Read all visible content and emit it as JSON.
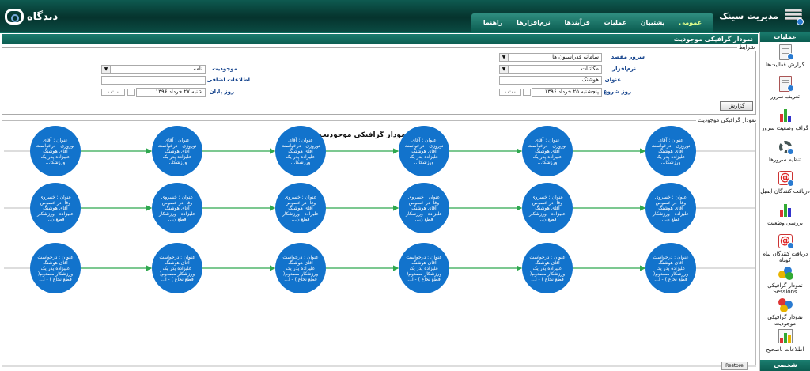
{
  "header": {
    "logo_text": "دیدگاه",
    "app_title": "مدیریت سینک",
    "menu": [
      "عمومی",
      "پشتیبان",
      "عملیات",
      "فرآیندها",
      "نرم‌افزارها",
      "راهنما"
    ]
  },
  "sidebar": {
    "title": "عملیات",
    "footer": "شخصی",
    "items": [
      {
        "label": "گزارش فعالیت‌ها",
        "icon": "report-doc-icon"
      },
      {
        "label": "تعریف سرور",
        "icon": "server-doc-icon"
      },
      {
        "label": "گراف وضعیت سرور",
        "icon": "bar-chart-icon"
      },
      {
        "label": "تنظیم سرورها",
        "icon": "gear-icon"
      },
      {
        "label": "دریافت کنندگان ایمیل",
        "icon": "email-at-icon"
      },
      {
        "label": "بررسی وضعیت",
        "icon": "bar-chart-icon"
      },
      {
        "label": "دریافت کنندگان پیام کوتاه",
        "icon": "sms-at-icon"
      },
      {
        "label": "نمودار گرافیکی Sessions",
        "icon": "sessions-icon"
      },
      {
        "label": "نمودار گرافیکی موجودیت",
        "icon": "entity-graph-icon"
      },
      {
        "label": "اطلاعات ناصحیح",
        "icon": "invalid-data-icon"
      }
    ]
  },
  "page": {
    "title": "نمودار گرافیکی موجودیت"
  },
  "filters": {
    "legend": "شرایط",
    "target_server_label": "سرور مقصد",
    "target_server_value": "سامانه فدراسیون ها",
    "software_label": "نرم‌افزار",
    "software_value": "مکاتبات",
    "title_label": "عنوان",
    "title_value": "هوشنگ",
    "start_day_label": "روز شروع",
    "start_day_value": "پنجشنبه ۲۵ خرداد ۱۳۹۶",
    "start_time": "۰۰:۰۰",
    "entity_label": "موجودیت",
    "entity_value": "نامه",
    "extra_info_label": "اطلاعات اضافی",
    "extra_info_value": "",
    "end_day_label": "روز پایان",
    "end_day_value": "شنبه ۲۷ خرداد ۱۳۹۶",
    "end_time": "۰۰:۰۰",
    "report_button": "گزارش"
  },
  "graph": {
    "legend": "نمودار گرافیکی موجودیت",
    "title": "نمودار گرافیکی موجودیت",
    "restore_button": "Restore",
    "edge_color": "#2fa84f",
    "node_color": "#1273cc",
    "rows": [
      "عنوان : آقای نوروزی - درخواست آقای هوشنگ علیزاده پدر یک ورزشکا...",
      "عنوان : خسروی وفا- در خصوص آقای هوشنگ علیزاده - ورزشکار قطع ن...",
      "عنوان : درخواست آقای هوشنگ علیزاده پدر یک ورزشکار مصدوم( قطع نخاع ) - ا..."
    ]
  }
}
